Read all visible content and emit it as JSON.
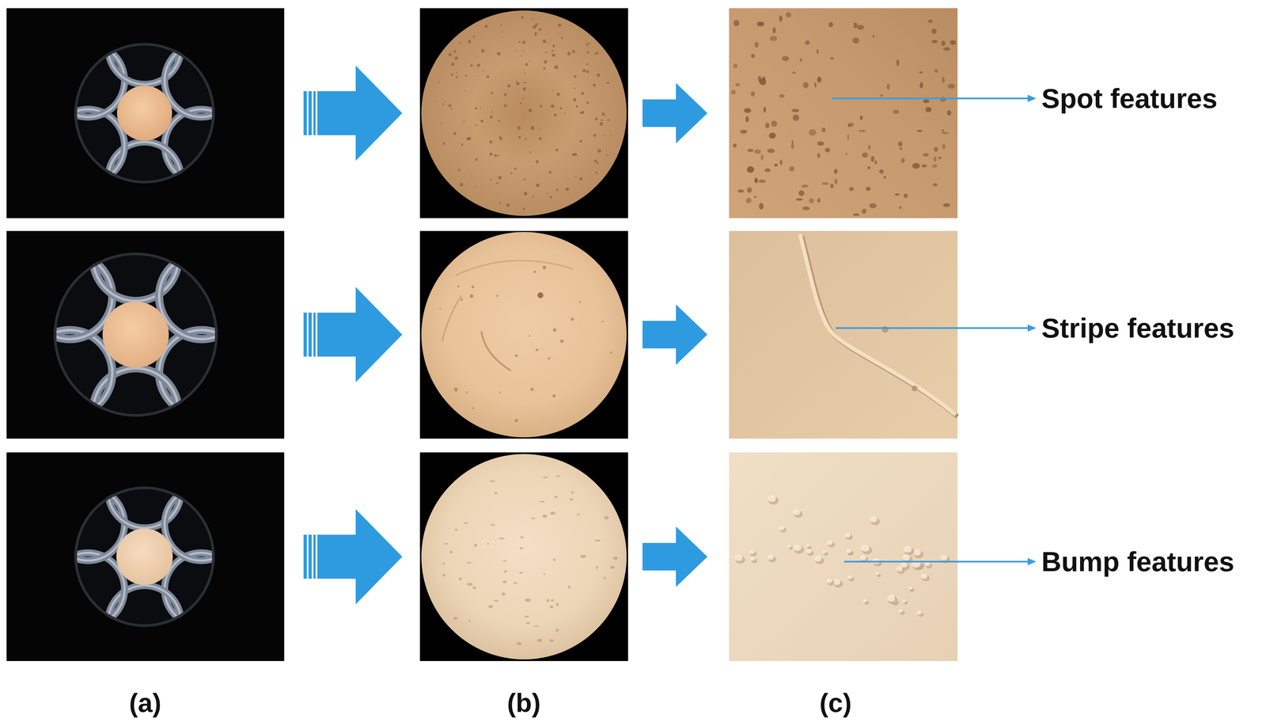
{
  "diagram": {
    "labels": [
      "Spot features",
      "Stripe features",
      "Bump features",
      "(a)",
      "(b)",
      "(c)"
    ]
  }
}
